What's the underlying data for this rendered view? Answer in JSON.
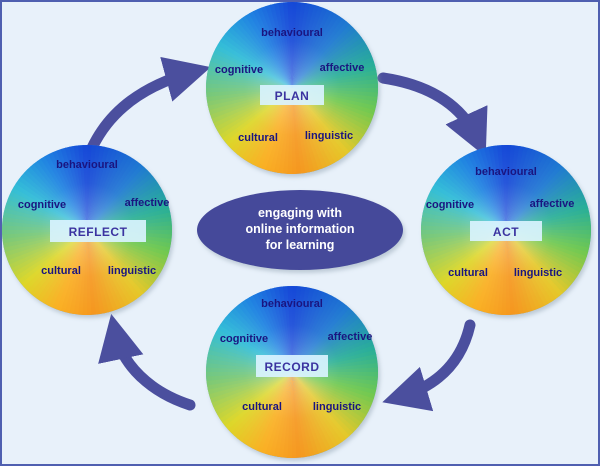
{
  "center": {
    "lines": [
      "engaging with",
      "online information",
      "for learning"
    ]
  },
  "circles": [
    {
      "title": "PLAN",
      "segments": {
        "top": "behavioural",
        "left": "cognitive",
        "right": "affective",
        "bottom_left": "cultural",
        "bottom_right": "linguistic"
      }
    },
    {
      "title": "ACT",
      "segments": {
        "top": "behavioural",
        "left": "cognitive",
        "right": "affective",
        "bottom_left": "cultural",
        "bottom_right": "linguistic"
      }
    },
    {
      "title": "RECORD",
      "segments": {
        "top": "behavioural",
        "left": "cognitive",
        "right": "affective",
        "bottom_left": "cultural",
        "bottom_right": "linguistic"
      }
    },
    {
      "title": "REFLECT",
      "segments": {
        "top": "behavioural",
        "left": "cognitive",
        "right": "affective",
        "bottom_left": "cultural",
        "bottom_right": "linguistic"
      }
    }
  ],
  "colors": {
    "frame_border": "#4f5fb0",
    "frame_bg": "#e8f1fa",
    "center_ellipse": "#45489a",
    "arrow": "#4b4f9e",
    "label_text": "#1a1580",
    "title_text": "#3b33a0",
    "title_box": "#d9f3ff"
  }
}
